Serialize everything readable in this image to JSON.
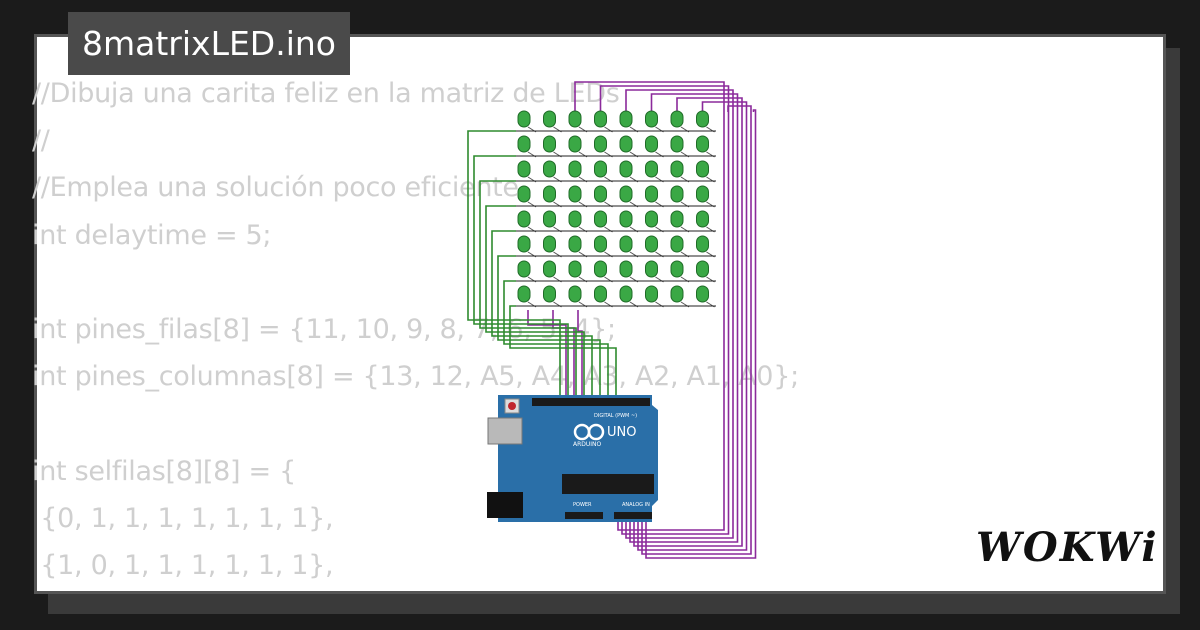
{
  "title": "8matrixLED.ino",
  "brand": "WOKWi",
  "code_lines": [
    "//Dibuja una carita feliz en la matriz de LEDs",
    "//",
    "//Emplea una solución poco eficiente",
    "int delaytime = 5;",
    "",
    "int pines_filas[8] = {11, 10, 9, 8, 7, 6, 5, 4};",
    "int pines_columnas[8] = {13, 12, A5, A4, A3, A2, A1, A0};",
    "",
    "int selfilas[8][8] = {",
    " {0, 1, 1, 1, 1, 1, 1, 1},",
    " {1, 0, 1, 1, 1, 1, 1, 1},"
  ],
  "board": {
    "label_uno": "UNO",
    "label_arduino": "ARDUINO",
    "label_digital": "DIGITAL (PWM ~)",
    "label_analog": "ANALOG IN",
    "label_power": "POWER"
  },
  "colors": {
    "background": "#1b1b1b",
    "card": "#ffffff",
    "code_text": "#cfcfcf",
    "title_bg": "#4a4a4a",
    "wire_green": "#2e8b2e",
    "wire_purple": "#8b2a9b",
    "led_green": "#3aa845",
    "board_blue": "#2a6fa8"
  },
  "led_matrix": {
    "rows": 8,
    "cols": 8
  }
}
